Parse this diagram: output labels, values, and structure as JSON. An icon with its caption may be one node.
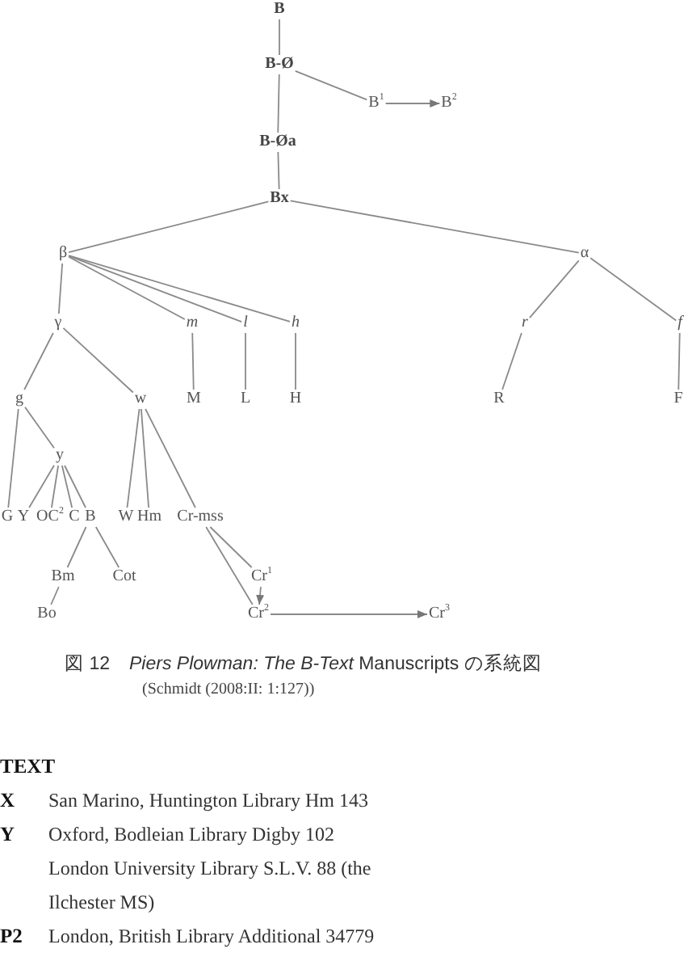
{
  "diagram": {
    "caption": "図 12　*Piers Plowman: The B-Text* Manuscripts の系統図",
    "nodes": [
      {
        "text": [
          "B"
        ]
      },
      {
        "text": [
          "B-Ø"
        ]
      },
      {
        "text": [
          "B$^{1}$"
        ]
      },
      {
        "text": [
          "B$^{2}$"
        ]
      },
      {
        "text": [
          "B-Øa"
        ]
      },
      {
        "text": [
          "Bx"
        ]
      },
      {
        "text": [
          "β"
        ]
      },
      {
        "text": [
          "α"
        ]
      },
      {
        "text": [
          "γ"
        ]
      },
      {
        "text": [
          "m"
        ]
      },
      {
        "text": [
          "l"
        ]
      },
      {
        "text": [
          "h"
        ]
      },
      {
        "text": [
          "r"
        ]
      },
      {
        "text": [
          "f"
        ]
      },
      {
        "text": [
          "g"
        ]
      },
      {
        "text": [
          "w"
        ]
      },
      {
        "text": [
          "M"
        ]
      },
      {
        "text": [
          "L"
        ]
      },
      {
        "text": [
          "H"
        ]
      },
      {
        "text": [
          "R"
        ]
      },
      {
        "text": [
          "F"
        ]
      },
      {
        "text": [
          "y"
        ]
      },
      {
        "text": [
          "G"
        ]
      },
      {
        "text": [
          "Y"
        ]
      },
      {
        "text": [
          "OC$^{2}$"
        ]
      },
      {
        "text": [
          "C"
        ]
      },
      {
        "text": [
          "B"
        ]
      },
      {
        "text": [
          "W"
        ]
      },
      {
        "text": [
          "Hm"
        ]
      },
      {
        "text": [
          "Cr-mss"
        ]
      },
      {
        "text": [
          "Bm"
        ]
      },
      {
        "text": [
          "Cot"
        ]
      },
      {
        "text": [
          "Cr$^{1}$"
        ]
      },
      {
        "text": [
          "Bo"
        ]
      },
      {
        "text": [
          "Cr$^{2}$"
        ]
      },
      {
        "text": [
          "Cr$^{3}$"
        ]
      }
    ],
    "edges": [
      {
        "from": 0,
        "to": 1,
        "arrow": "none"
      },
      {
        "from": 1,
        "to": 2,
        "arrow": "none"
      },
      {
        "from": 2,
        "to": 3,
        "arrow": "to"
      },
      {
        "from": 1,
        "to": 4,
        "arrow": "none"
      },
      {
        "from": 4,
        "to": 5,
        "arrow": "none"
      },
      {
        "from": 5,
        "to": 6,
        "arrow": "none"
      },
      {
        "from": 5,
        "to": 7,
        "arrow": "none"
      },
      {
        "from": 6,
        "to": 8,
        "arrow": "none"
      },
      {
        "from": 6,
        "to": 9,
        "arrow": "none"
      },
      {
        "from": 6,
        "to": 10,
        "arrow": "none"
      },
      {
        "from": 6,
        "to": 11,
        "arrow": "none"
      },
      {
        "from": 7,
        "to": 12,
        "arrow": "none"
      },
      {
        "from": 7,
        "to": 13,
        "arrow": "none"
      },
      {
        "from": 8,
        "to": 14,
        "arrow": "none"
      },
      {
        "from": 8,
        "to": 15,
        "arrow": "none"
      },
      {
        "from": 9,
        "to": 16,
        "arrow": "none"
      },
      {
        "from": 10,
        "to": 17,
        "arrow": "none"
      },
      {
        "from": 11,
        "to": 18,
        "arrow": "none"
      },
      {
        "from": 12,
        "to": 19,
        "arrow": "none"
      },
      {
        "from": 13,
        "to": 20,
        "arrow": "none"
      },
      {
        "from": 14,
        "to": 22,
        "arrow": "none"
      },
      {
        "from": 14,
        "to": 21,
        "arrow": "none"
      },
      {
        "from": 21,
        "to": 23,
        "arrow": "none"
      },
      {
        "from": 21,
        "to": 24,
        "arrow": "none"
      },
      {
        "from": 21,
        "to": 25,
        "arrow": "none"
      },
      {
        "from": 21,
        "to": 26,
        "arrow": "none"
      },
      {
        "from": 15,
        "to": 27,
        "arrow": "none"
      },
      {
        "from": 15,
        "to": 28,
        "arrow": "none"
      },
      {
        "from": 15,
        "to": 29,
        "arrow": "none"
      },
      {
        "from": 26,
        "to": 30,
        "arrow": "none"
      },
      {
        "from": 26,
        "to": 31,
        "arrow": "none"
      },
      {
        "from": 30,
        "to": 33,
        "arrow": "none"
      },
      {
        "from": 29,
        "to": 32,
        "arrow": "none"
      },
      {
        "from": 29,
        "to": 34,
        "arrow": "none"
      },
      {
        "from": 32,
        "to": 34,
        "arrow": "to"
      },
      {
        "from": 34,
        "to": 35,
        "arrow": "to"
      }
    ],
    "labels": [
      "(Schmidt (2008:II: 1:127))",
      "TEXT",
      "X",
      "San Marino, Huntington Library Hm 143",
      "Y",
      "Oxford, Bodleian Library Digby 102",
      "London University Library S.L.V. 88 (the Ilchester MS)",
      "P2",
      "London, British Library Additional 34779"
    ]
  }
}
